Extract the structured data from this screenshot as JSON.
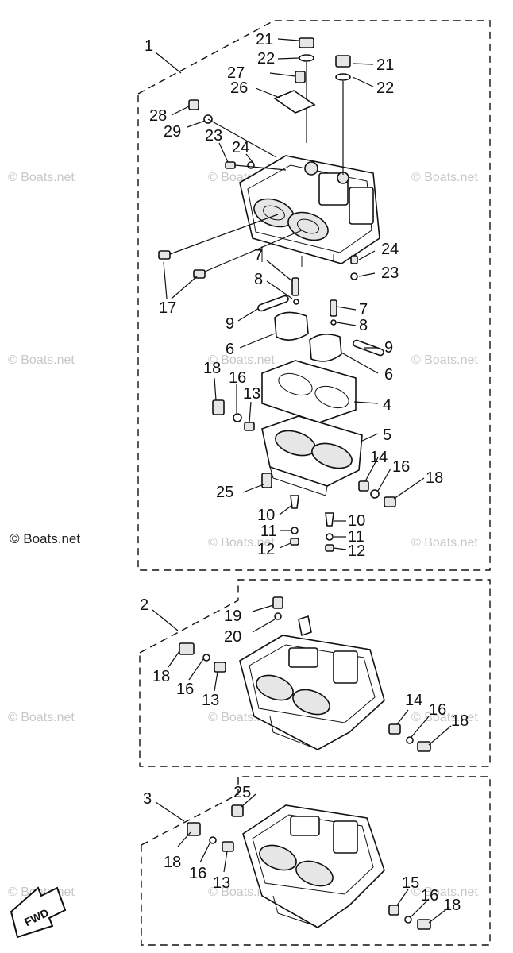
{
  "diagram": {
    "title": "",
    "watermark": "© Boats.net",
    "credit": "© Boats.net",
    "fwd_label": "FWD",
    "assemblies": [
      {
        "id": "1",
        "label": "1"
      },
      {
        "id": "2",
        "label": "2"
      },
      {
        "id": "3",
        "label": "3"
      }
    ],
    "callouts_a": [
      "21",
      "22",
      "27",
      "26",
      "21",
      "22",
      "28",
      "29",
      "23",
      "24",
      "24",
      "23",
      "17",
      "7",
      "8",
      "7",
      "8",
      "9",
      "9",
      "6",
      "6",
      "18",
      "16",
      "13",
      "4",
      "5",
      "14",
      "16",
      "18",
      "25",
      "10",
      "11",
      "12",
      "10",
      "11",
      "12"
    ],
    "callouts_b": [
      "19",
      "20",
      "18",
      "16",
      "13",
      "14",
      "16",
      "18"
    ],
    "callouts_c": [
      "25",
      "18",
      "16",
      "13",
      "15",
      "16",
      "18"
    ]
  }
}
